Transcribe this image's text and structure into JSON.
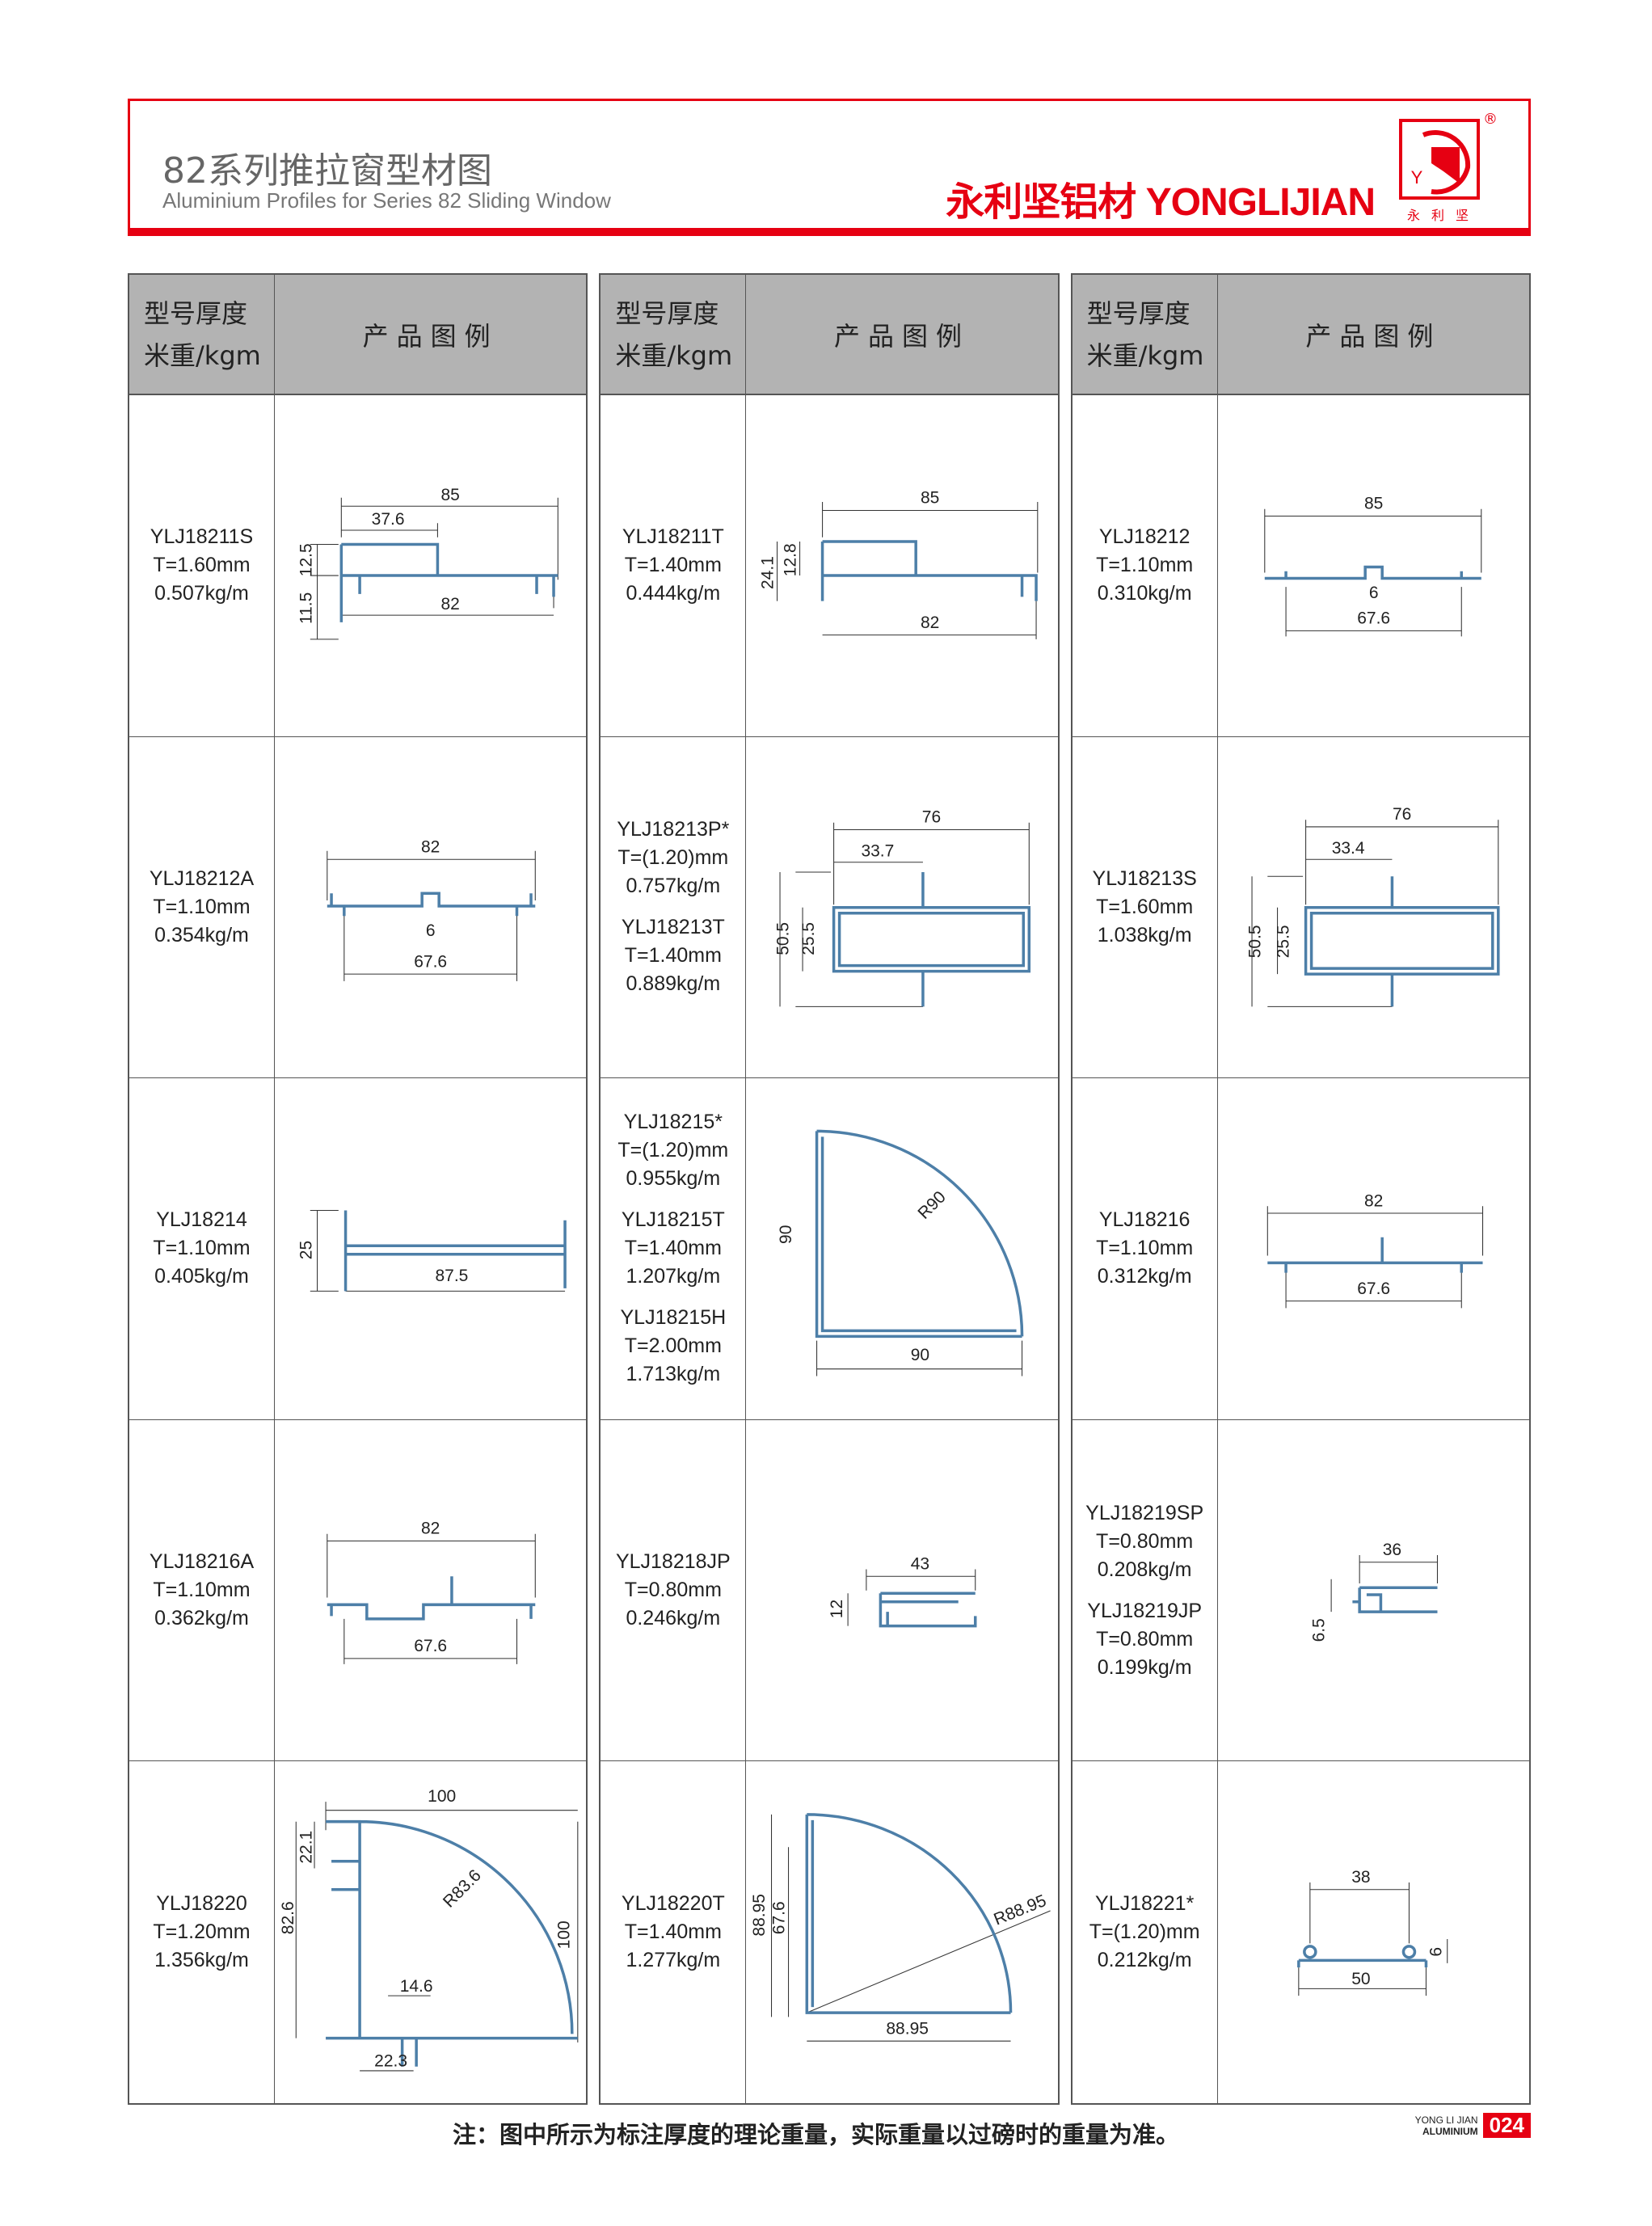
{
  "header": {
    "title_cn": "82系列推拉窗型材图",
    "title_en": "Aluminium Profiles for Series 82 Sliding Window",
    "brand": "永利坚铝材 YONGLIJIAN",
    "logo_sub": "永利坚",
    "logo_mark": "YLJ",
    "reg": "®"
  },
  "table_header": {
    "model_line1": "型号厚度",
    "model_line2": "米重/kgm",
    "product": "产品图例"
  },
  "rows": [
    {
      "cells": [
        {
          "models": [
            {
              "code": "YLJ18211S",
              "t": "T=1.60mm",
              "w": "0.507kg/m"
            }
          ],
          "dims": [
            "85",
            "37.6",
            "12.5",
            "11.5",
            "82"
          ]
        },
        {
          "models": [
            {
              "code": "YLJ18211T",
              "t": "T=1.40mm",
              "w": "0.444kg/m"
            }
          ],
          "dims": [
            "85",
            "12.8",
            "24.1",
            "82"
          ]
        },
        {
          "models": [
            {
              "code": "YLJ18212",
              "t": "T=1.10mm",
              "w": "0.310kg/m"
            }
          ],
          "dims": [
            "85",
            "6",
            "67.6"
          ]
        }
      ]
    },
    {
      "cells": [
        {
          "models": [
            {
              "code": "YLJ18212A",
              "t": "T=1.10mm",
              "w": "0.354kg/m"
            }
          ],
          "dims": [
            "82",
            "6",
            "67.6"
          ]
        },
        {
          "models": [
            {
              "code": "YLJ18213P*",
              "t": "T=(1.20)mm",
              "w": "0.757kg/m"
            },
            {
              "code": "YLJ18213T",
              "t": "T=1.40mm",
              "w": "0.889kg/m"
            }
          ],
          "dims": [
            "76",
            "33.7",
            "50.5",
            "25.5"
          ]
        },
        {
          "models": [
            {
              "code": "YLJ18213S",
              "t": "T=1.60mm",
              "w": "1.038kg/m"
            }
          ],
          "dims": [
            "76",
            "33.4",
            "50.5",
            "25.5"
          ]
        }
      ]
    },
    {
      "cells": [
        {
          "models": [
            {
              "code": "YLJ18214",
              "t": "T=1.10mm",
              "w": "0.405kg/m"
            }
          ],
          "dims": [
            "25",
            "87.5"
          ]
        },
        {
          "models": [
            {
              "code": "YLJ18215*",
              "t": "T=(1.20)mm",
              "w": "0.955kg/m"
            },
            {
              "code": "YLJ18215T",
              "t": "T=1.40mm",
              "w": "1.207kg/m"
            },
            {
              "code": "YLJ18215H",
              "t": "T=2.00mm",
              "w": "1.713kg/m"
            }
          ],
          "dims": [
            "90",
            "R90",
            "90"
          ]
        },
        {
          "models": [
            {
              "code": "YLJ18216",
              "t": "T=1.10mm",
              "w": "0.312kg/m"
            }
          ],
          "dims": [
            "82",
            "67.6"
          ]
        }
      ]
    },
    {
      "cells": [
        {
          "models": [
            {
              "code": "YLJ18216A",
              "t": "T=1.10mm",
              "w": "0.362kg/m"
            }
          ],
          "dims": [
            "82",
            "67.6"
          ]
        },
        {
          "models": [
            {
              "code": "YLJ18218JP",
              "t": "T=0.80mm",
              "w": "0.246kg/m"
            }
          ],
          "dims": [
            "43",
            "12"
          ]
        },
        {
          "models": [
            {
              "code": "YLJ18219SP",
              "t": "T=0.80mm",
              "w": "0.208kg/m"
            },
            {
              "code": "YLJ18219JP",
              "t": "T=0.80mm",
              "w": "0.199kg/m"
            }
          ],
          "dims": [
            "36",
            "6.5"
          ]
        }
      ]
    },
    {
      "cells": [
        {
          "models": [
            {
              "code": "YLJ18220",
              "t": "T=1.20mm",
              "w": "1.356kg/m"
            }
          ],
          "dims": [
            "100",
            "22.1",
            "82.6",
            "R83.6",
            "100",
            "14.6",
            "22.3"
          ]
        },
        {
          "models": [
            {
              "code": "YLJ18220T",
              "t": "T=1.40mm",
              "w": "1.277kg/m"
            }
          ],
          "dims": [
            "88.95",
            "67.6",
            "R88.95",
            "88.95"
          ]
        },
        {
          "models": [
            {
              "code": "YLJ18221*",
              "t": "T=(1.20)mm",
              "w": "0.212kg/m"
            }
          ],
          "dims": [
            "38",
            "6",
            "50"
          ]
        }
      ]
    }
  ],
  "footer": {
    "note": "注：图中所示为标注厚度的理论重量，实际重量以过磅时的重量为准。",
    "brand_line1": "YONG LI JIAN",
    "brand_line2": "ALUMINIUM",
    "page": "024"
  },
  "colors": {
    "accent": "#e60012",
    "header_bg": "#b3b3b3",
    "profile": "#4d7fa8"
  }
}
